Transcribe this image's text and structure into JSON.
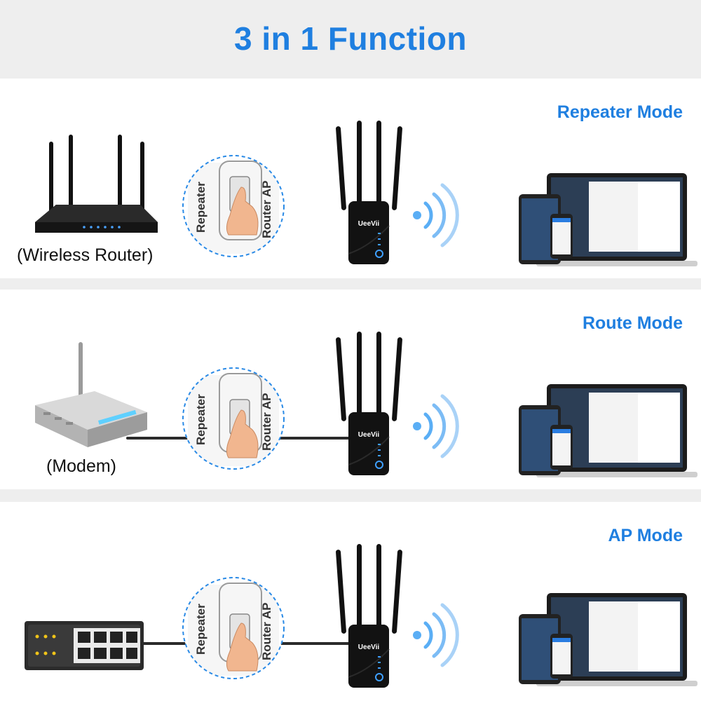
{
  "title": "3 in 1 Function",
  "brand": "UeeVii",
  "switch": {
    "left_label": "Repeater",
    "right_label": "Router AP"
  },
  "colors": {
    "accent": "#1f7fe0",
    "device": "#101010",
    "panel": "#ffffff",
    "band": "#eeeeee"
  },
  "modes": [
    {
      "label": "Repeater Mode",
      "source_label": "(Wireless Router)",
      "source_icon": "wireless-router-icon"
    },
    {
      "label": "Route Mode",
      "source_label": "(Modem)",
      "source_icon": "modem-icon"
    },
    {
      "label": "AP Mode",
      "source_label": "",
      "source_icon": "ethernet-switch-icon"
    }
  ]
}
